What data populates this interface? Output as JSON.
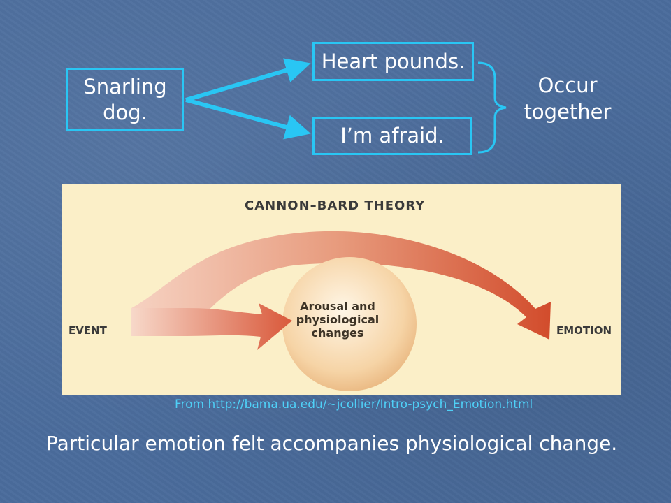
{
  "flow": {
    "trigger": "Snarling\ndog.",
    "response_body": "Heart pounds.",
    "response_feeling": "I’m afraid.",
    "grouping_label": "Occur\ntogether"
  },
  "figure": {
    "title": "CANNON–BARD THEORY",
    "event_label": "EVENT",
    "arousal_label": "Arousal and\nphysiological\nchanges",
    "emotion_label": "EMOTION"
  },
  "source_text": "From http://bama.ua.edu/~jcollier/Intro-psych_Emotion.html",
  "caption": "Particular emotion felt accompanies physiological change.",
  "colors": {
    "accent_cyan": "#29c6f4",
    "background_blue": "#4a6c9c",
    "figure_background": "#fbefc8",
    "arrow_orange": "#d9583a"
  }
}
